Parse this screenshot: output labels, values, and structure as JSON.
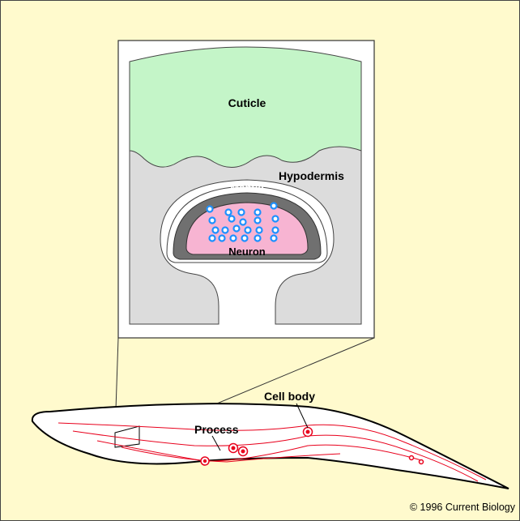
{
  "labels": {
    "cuticle": "Cuticle",
    "hypodermis": "Hypodermis",
    "mantle": "Mantle",
    "neuron": "Neuron",
    "cell_body": "Cell body",
    "process": "Process"
  },
  "copyright": "© 1996 Current Biology",
  "colors": {
    "background": "#FFFACD",
    "cuticle": "#C4F5C8",
    "hypodermis": "#DCDCDC",
    "mantle": "#707070",
    "neuron": "#F7B4D2",
    "microtubule": "#1E90FF",
    "nerve": "#E8001C"
  }
}
